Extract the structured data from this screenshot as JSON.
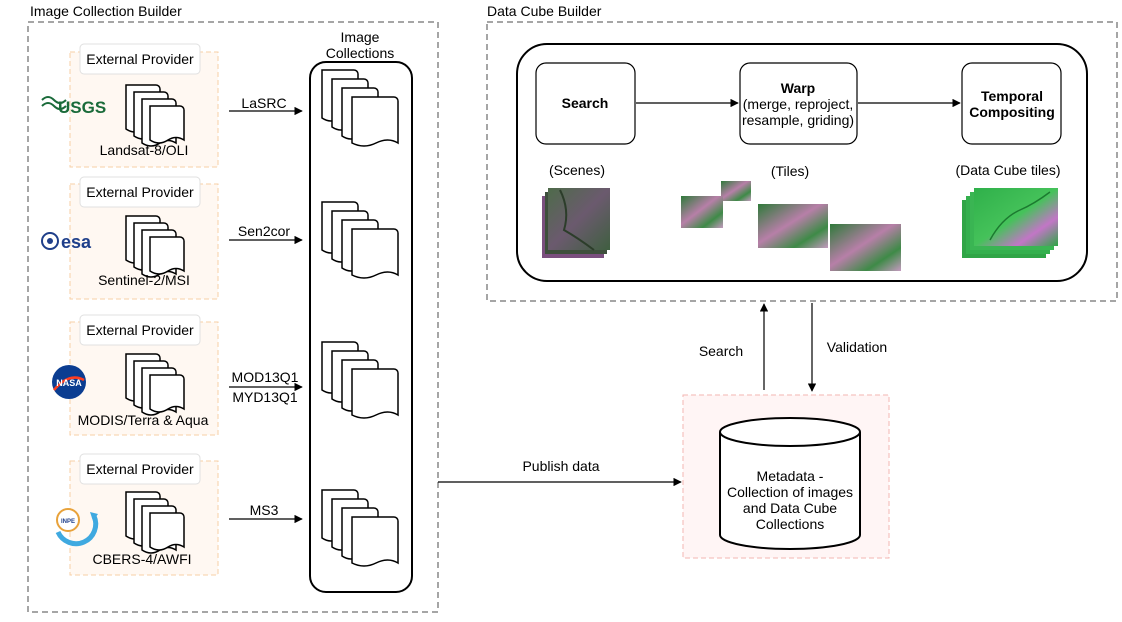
{
  "panels": {
    "collection_builder": "Image Collection Builder",
    "cube_builder": "Data Cube Builder"
  },
  "providers": [
    {
      "header": "External Provider",
      "name": "Landsat-8/OLI",
      "logo": "usgs-logo",
      "logo_text": "USGS",
      "process": "LaSRC",
      "process2": ""
    },
    {
      "header": "External Provider",
      "name": "Sentinel-2/MSI",
      "logo": "esa-logo",
      "logo_text": "esa",
      "process": "Sen2cor",
      "process2": ""
    },
    {
      "header": "External Provider",
      "name": "MODIS/Terra & Aqua",
      "logo": "nasa-logo",
      "logo_text": "NASA",
      "process": "MOD13Q1",
      "process2": "MYD13Q1"
    },
    {
      "header": "External Provider",
      "name": "CBERS-4/AWFI",
      "logo": "inpe-logo",
      "logo_text": "INPE",
      "process": "MS3",
      "process2": ""
    }
  ],
  "image_collections": {
    "line1": "Image",
    "line2": "Collections"
  },
  "steps": {
    "search": {
      "title": "Search"
    },
    "warp": {
      "title": "Warp",
      "line1": "(merge, reproject,",
      "line2": "resample, griding)"
    },
    "temporal": {
      "line1": "Temporal",
      "line2": "Compositing"
    }
  },
  "products": {
    "scenes": "(Scenes)",
    "tiles": "(Tiles)",
    "cube_tiles": "(Data Cube tiles)"
  },
  "flows": {
    "publish": "Publish data",
    "search": "Search",
    "validation": "Validation"
  },
  "metadata": {
    "line1": "Metadata -",
    "line2": "Collection of images",
    "line3": "and Data Cube",
    "line4": "Collections"
  },
  "colors": {
    "dashed_border": "#a6a6a6",
    "provider_border": "#f7cfa6",
    "provider_fill": "#fff8f2",
    "metadata_border": "#f3b6b2",
    "metadata_fill": "#fff5f5",
    "usgs": "#1a6b3a",
    "esa": "#1f3f8a",
    "nasa": "#0b3d91"
  }
}
